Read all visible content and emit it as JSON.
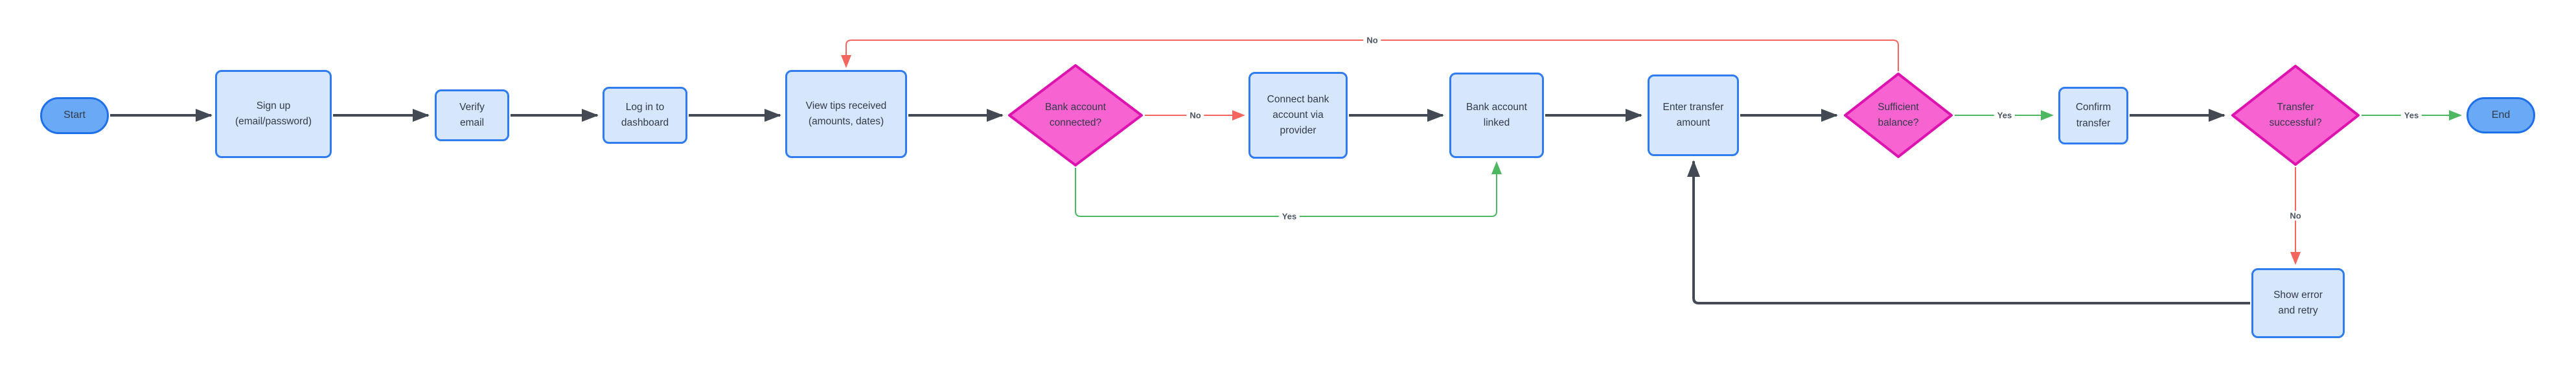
{
  "diagram": {
    "type": "flowchart",
    "nodes": [
      {
        "id": "start",
        "type": "terminator",
        "label": "Start"
      },
      {
        "id": "sign-up",
        "type": "process",
        "label": "Sign up\n(email/password)"
      },
      {
        "id": "verify-email",
        "type": "process",
        "label": "Verify\nemail"
      },
      {
        "id": "log-in",
        "type": "process",
        "label": "Log in to\ndashboard"
      },
      {
        "id": "view-tips",
        "type": "process",
        "label": "View tips received\n(amounts, dates)"
      },
      {
        "id": "bank-connected",
        "type": "decision",
        "label": "Bank account\nconnected?"
      },
      {
        "id": "connect-bank",
        "type": "process",
        "label": "Connect bank\naccount via\nprovider"
      },
      {
        "id": "bank-linked",
        "type": "process",
        "label": "Bank account\nlinked"
      },
      {
        "id": "enter-amount",
        "type": "process",
        "label": "Enter transfer\namount"
      },
      {
        "id": "sufficient-balance",
        "type": "decision",
        "label": "Sufficient\nbalance?"
      },
      {
        "id": "confirm-transfer",
        "type": "process",
        "label": "Confirm\ntransfer"
      },
      {
        "id": "transfer-successful",
        "type": "decision",
        "label": "Transfer\nsuccessful?"
      },
      {
        "id": "end",
        "type": "terminator",
        "label": "End"
      },
      {
        "id": "show-error",
        "type": "process",
        "label": "Show error\nand retry"
      }
    ],
    "edges": [
      {
        "from": "start",
        "to": "sign-up",
        "label": "",
        "color": "black"
      },
      {
        "from": "sign-up",
        "to": "verify-email",
        "label": "",
        "color": "black"
      },
      {
        "from": "verify-email",
        "to": "log-in",
        "label": "",
        "color": "black"
      },
      {
        "from": "log-in",
        "to": "view-tips",
        "label": "",
        "color": "black"
      },
      {
        "from": "view-tips",
        "to": "bank-connected",
        "label": "",
        "color": "black"
      },
      {
        "from": "bank-connected",
        "to": "connect-bank",
        "label": "No",
        "color": "red"
      },
      {
        "from": "connect-bank",
        "to": "bank-linked",
        "label": "",
        "color": "black"
      },
      {
        "from": "bank-connected",
        "to": "bank-linked",
        "label": "Yes",
        "color": "green"
      },
      {
        "from": "bank-linked",
        "to": "enter-amount",
        "label": "",
        "color": "black"
      },
      {
        "from": "enter-amount",
        "to": "sufficient-balance",
        "label": "",
        "color": "black"
      },
      {
        "from": "sufficient-balance",
        "to": "confirm-transfer",
        "label": "Yes",
        "color": "green"
      },
      {
        "from": "sufficient-balance",
        "to": "view-tips",
        "label": "No",
        "color": "red"
      },
      {
        "from": "confirm-transfer",
        "to": "transfer-successful",
        "label": "",
        "color": "black"
      },
      {
        "from": "transfer-successful",
        "to": "end",
        "label": "Yes",
        "color": "green"
      },
      {
        "from": "transfer-successful",
        "to": "show-error",
        "label": "No",
        "color": "red"
      },
      {
        "from": "show-error",
        "to": "enter-amount",
        "label": "",
        "color": "black"
      }
    ],
    "colors": {
      "canvas_bg": "#ffffff",
      "process_fill": "#d6e6fc",
      "process_border": "#2e7cf0",
      "terminator_fill": "#6aa9f6",
      "terminator_border": "#1e6fe8",
      "decision_fill": "#f863d2",
      "decision_border": "#dc13ae",
      "edge_default": "#434a54",
      "edge_no": "#f4655d",
      "edge_yes": "#4db761",
      "node_text": "#333b47",
      "edge_label_text": "#4b5563"
    }
  }
}
